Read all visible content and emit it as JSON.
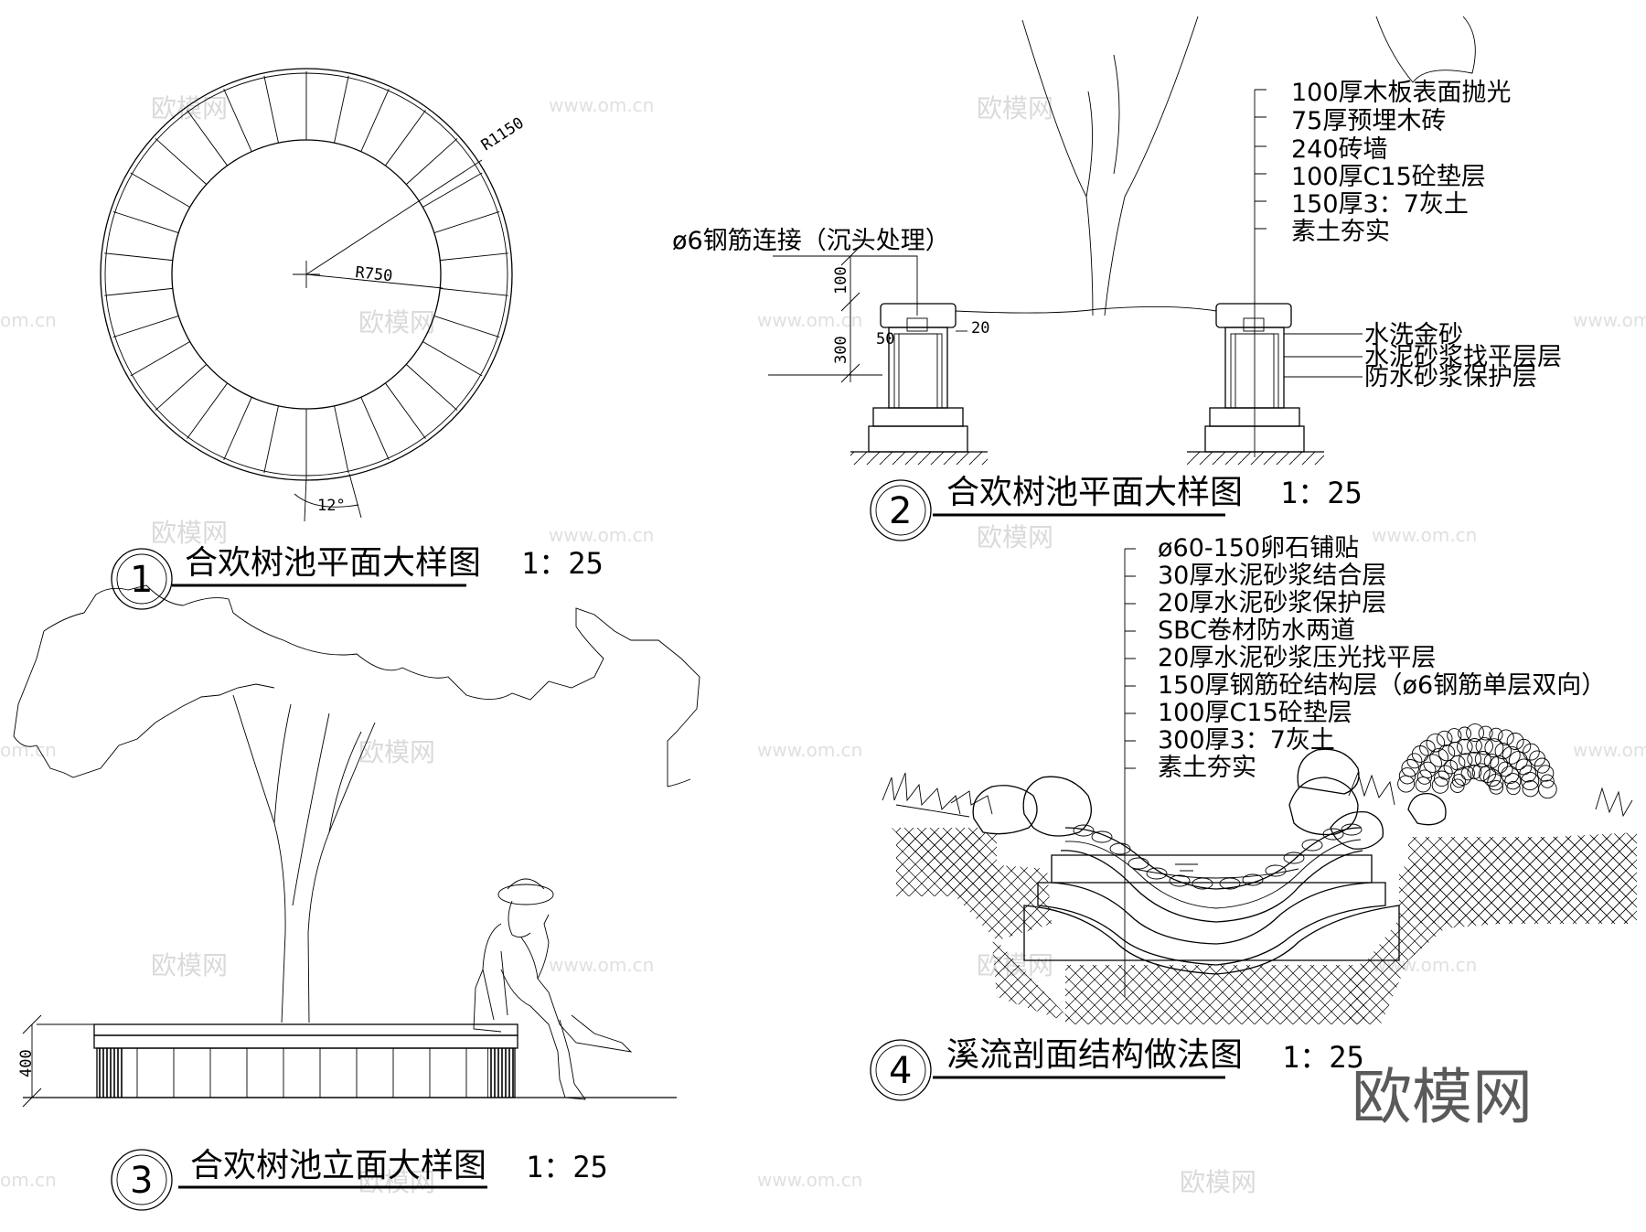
{
  "details": [
    {
      "number": "1",
      "title": "合欢树池平面大样图",
      "scale": "1：25"
    },
    {
      "number": "2",
      "title": "合欢树池平面大样图",
      "scale": "1：25"
    },
    {
      "number": "3",
      "title": "合欢树池立面大样图",
      "scale": "1：25"
    },
    {
      "number": "4",
      "title": "溪流剖面结构做法图",
      "scale": "1：25"
    }
  ],
  "plan": {
    "outer_radius_label": "R1150",
    "inner_radius_label": "R750",
    "segment_angle_label": "12°"
  },
  "section": {
    "rebar_label": "ø6钢筋连接（沉头处理）",
    "dims": [
      "100",
      "300",
      "50",
      "20"
    ],
    "layers": [
      "100厚木板表面抛光",
      "75厚预埋木砖",
      "240砖墙",
      "100厚C15砼垫层",
      "150厚3：7灰土",
      "素土夯实"
    ],
    "finish_layers": [
      "水洗金砂",
      "水泥砂浆找平层层",
      "防水砂浆保护层"
    ]
  },
  "elevation": {
    "height_label": "400"
  },
  "stream": {
    "layers": [
      "ø60-150卵石铺贴",
      "30厚水泥砂浆结合层",
      "20厚水泥砂浆保护层",
      "SBC卷材防水两道",
      "20厚水泥砂浆压光找平层",
      "150厚钢筋砼结构层（ø6钢筋单层双向）",
      "100厚C15砼垫层",
      "300厚3：7灰土",
      "素土夯实"
    ]
  },
  "watermark": {
    "logo": "欧模网",
    "url": "www.om.cn",
    "domain_suffix": "om.cn",
    "brand": "欧模网"
  }
}
